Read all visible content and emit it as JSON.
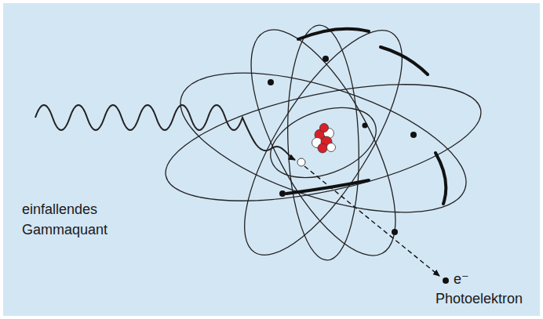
{
  "diagram": {
    "labels": [
      "einfallendes Gammaquant",
      "e⁻",
      "Photoelektron"
    ]
  }
}
